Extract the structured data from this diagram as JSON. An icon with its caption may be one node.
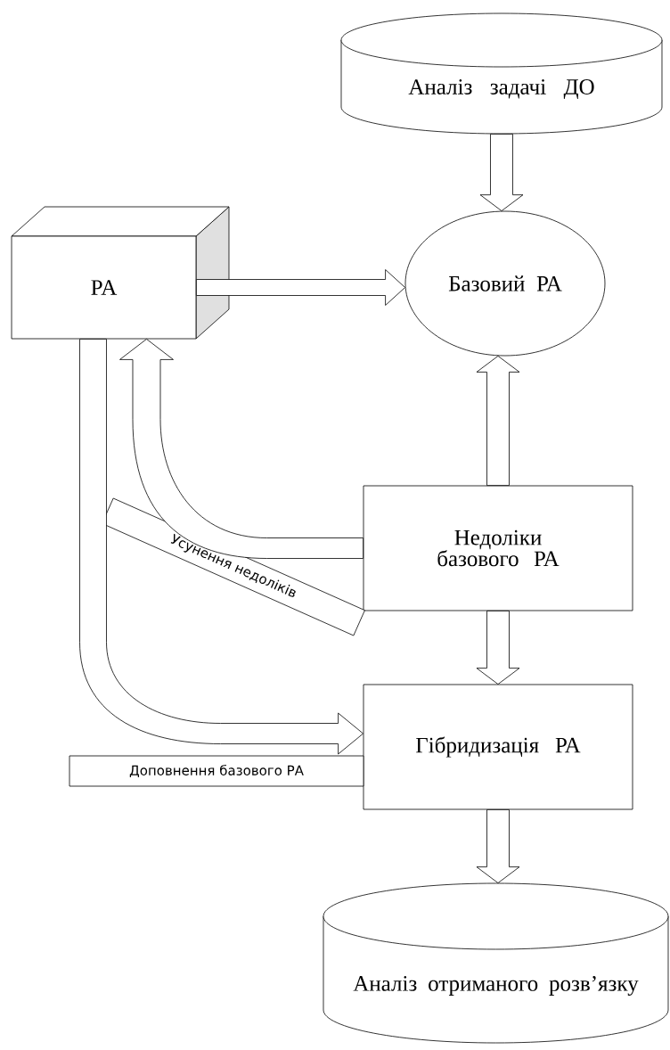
{
  "diagram": {
    "nodes": [
      {
        "text": [
          "Аналіз задачі ДО"
        ]
      },
      {
        "text": [
          "PA"
        ]
      },
      {
        "text": [
          "Базовий РА"
        ]
      },
      {
        "text": [
          "Недоліки базового РА"
        ]
      },
      {
        "text": [
          "Гібридизація РА"
        ]
      },
      {
        "text": [
          "Аналіз отриманого розв’язку"
        ]
      },
      {
        "text": [
          "Усунення недоліків"
        ]
      },
      {
        "text": [
          "Доповнення базового РА"
        ]
      }
    ],
    "edges": [
      {
        "from": 0,
        "to": 2,
        "arrow": "to"
      },
      {
        "from": 1,
        "to": 2,
        "arrow": "to"
      },
      {
        "from": 3,
        "to": 2,
        "arrow": "to"
      },
      {
        "from": 3,
        "to": 1,
        "arrow": "to"
      },
      {
        "from": 1,
        "to": 4,
        "arrow": "to"
      },
      {
        "from": 3,
        "to": 4,
        "arrow": "to"
      },
      {
        "from": 4,
        "to": 5,
        "arrow": "to"
      }
    ]
  }
}
